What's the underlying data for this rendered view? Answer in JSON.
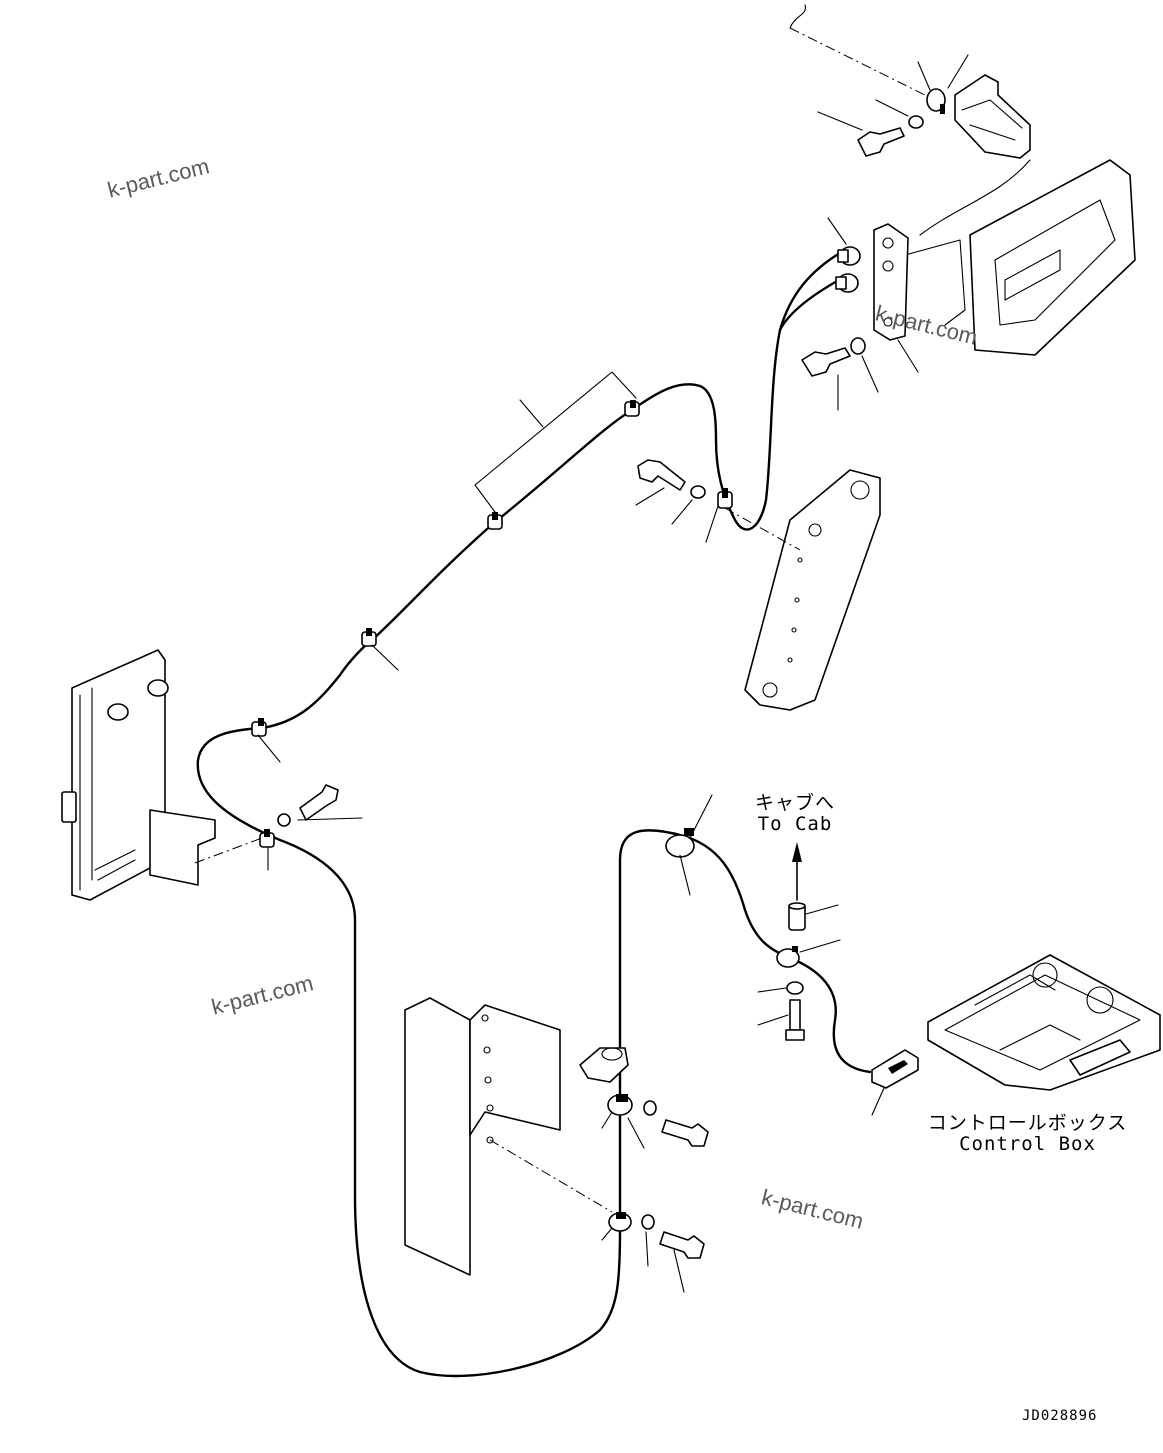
{
  "callouts": {
    "to_cab_jp": "キャブへ",
    "to_cab_en": "To Cab",
    "control_box_jp": "コントロールボックス",
    "control_box_en": "Control Box"
  },
  "drawing_code": "JD028896",
  "watermarks": [
    "k-part.com",
    "k-part.com",
    "k-part.com",
    "k-part.com"
  ],
  "icons": {
    "arrow": "arrow-up-icon"
  }
}
